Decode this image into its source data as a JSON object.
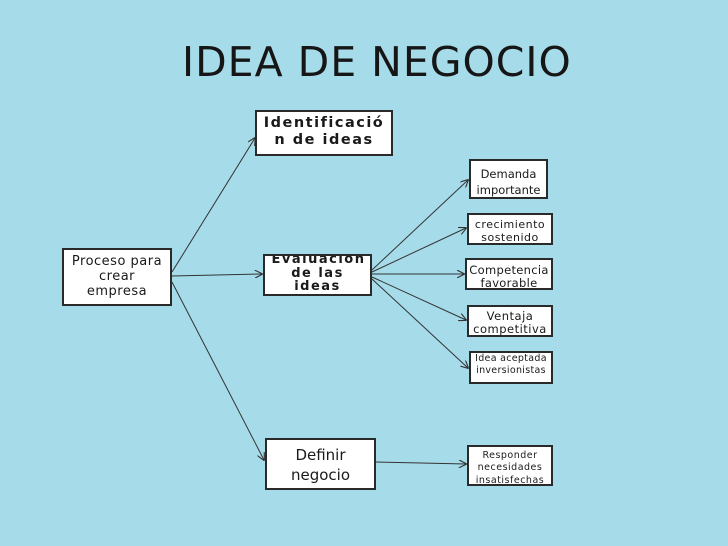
{
  "title": "IDEA DE NEGOCIO",
  "nodes": {
    "root": "Proceso para crear empresa",
    "identificacion": "Identificación de ideas",
    "evaluacion": "Evaluación de las ideas",
    "definir": "Definir negocio",
    "demanda": "Demanda importante",
    "crecimiento": "crecimiento sostenido",
    "competencia": "Competencia favorable",
    "ventaja": "Ventaja competitiva",
    "idea": "Idea aceptada inversionistas",
    "responder": "Responder necesidades insatisfechas"
  },
  "colors": {
    "background": "#a6dcea",
    "box_fill": "#ffffff",
    "box_border": "#2a2a2a",
    "line": "#333333"
  }
}
